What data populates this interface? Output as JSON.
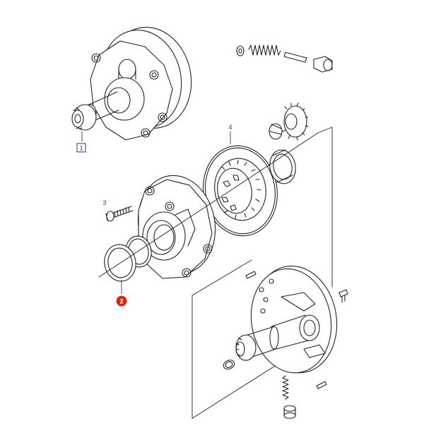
{
  "callouts": [
    {
      "id": "1",
      "label": "1",
      "style": "boxed",
      "color": "#2a3a8c"
    },
    {
      "id": "2",
      "label": "2",
      "style": "filled-circle",
      "color": "#e2231a"
    },
    {
      "id": "3",
      "label": "3",
      "style": "plain",
      "color": "#2a3a8c"
    },
    {
      "id": "4",
      "label": "4",
      "style": "plain",
      "color": "#2a3a8c"
    }
  ],
  "colors": {
    "line": "#222222",
    "callout_blue": "#2a3a8c",
    "callout_red": "#e2231a",
    "background": "#ffffff"
  }
}
